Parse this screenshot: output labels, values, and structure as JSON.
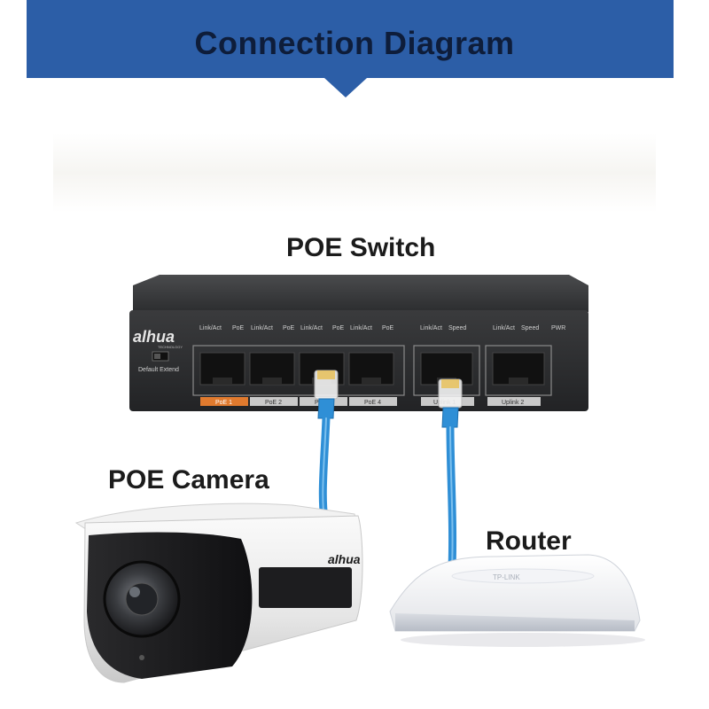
{
  "header": {
    "title": "Connection Diagram"
  },
  "labels": {
    "switch": "POE Switch",
    "camera": "POE Camera",
    "router": "Router"
  },
  "switch": {
    "brand": "alhua",
    "brand_sub": "TECHNOLOGY",
    "mode_text": "Default  Extend",
    "poe_indicators": [
      "Link/Act",
      "PoE",
      "Link/Act",
      "PoE",
      "Link/Act",
      "PoE",
      "Link/Act",
      "PoE"
    ],
    "uplink_indicators": [
      "Link/Act",
      "Speed",
      "Link/Act",
      "Speed"
    ],
    "pwr": "PWR",
    "ports": [
      "PoE 1",
      "PoE 2",
      "PoE 3",
      "PoE 4"
    ],
    "uplinks": [
      "Uplink 1",
      "Uplink 2"
    ]
  },
  "camera": {
    "brand": "alhua"
  },
  "router": {
    "brand": "TP-LINK"
  },
  "colors": {
    "banner": "#2c5ea7",
    "cable": "#2f8fd6",
    "port_highlight": "#e07a2e"
  }
}
